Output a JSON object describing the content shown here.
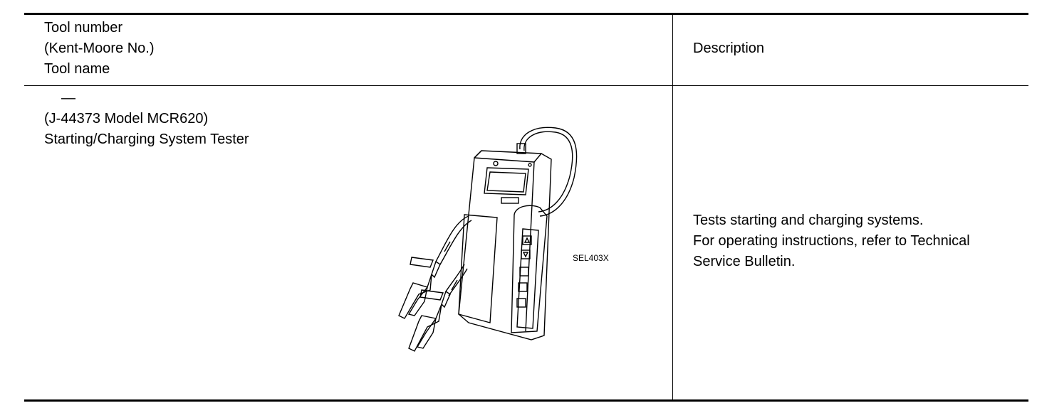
{
  "table": {
    "header": {
      "col1": [
        "Tool number",
        "(Kent-Moore No.)",
        "Tool name"
      ],
      "col2": "Description"
    },
    "row": {
      "tool_number": "—",
      "kent_moore": "(J-44373 Model MCR620)",
      "tool_name": "Starting/Charging System Tester",
      "figure_label": "SEL403X",
      "description": [
        "Tests starting and charging systems.",
        "For operating instructions, refer to Technical",
        "Service Bulletin."
      ]
    }
  }
}
